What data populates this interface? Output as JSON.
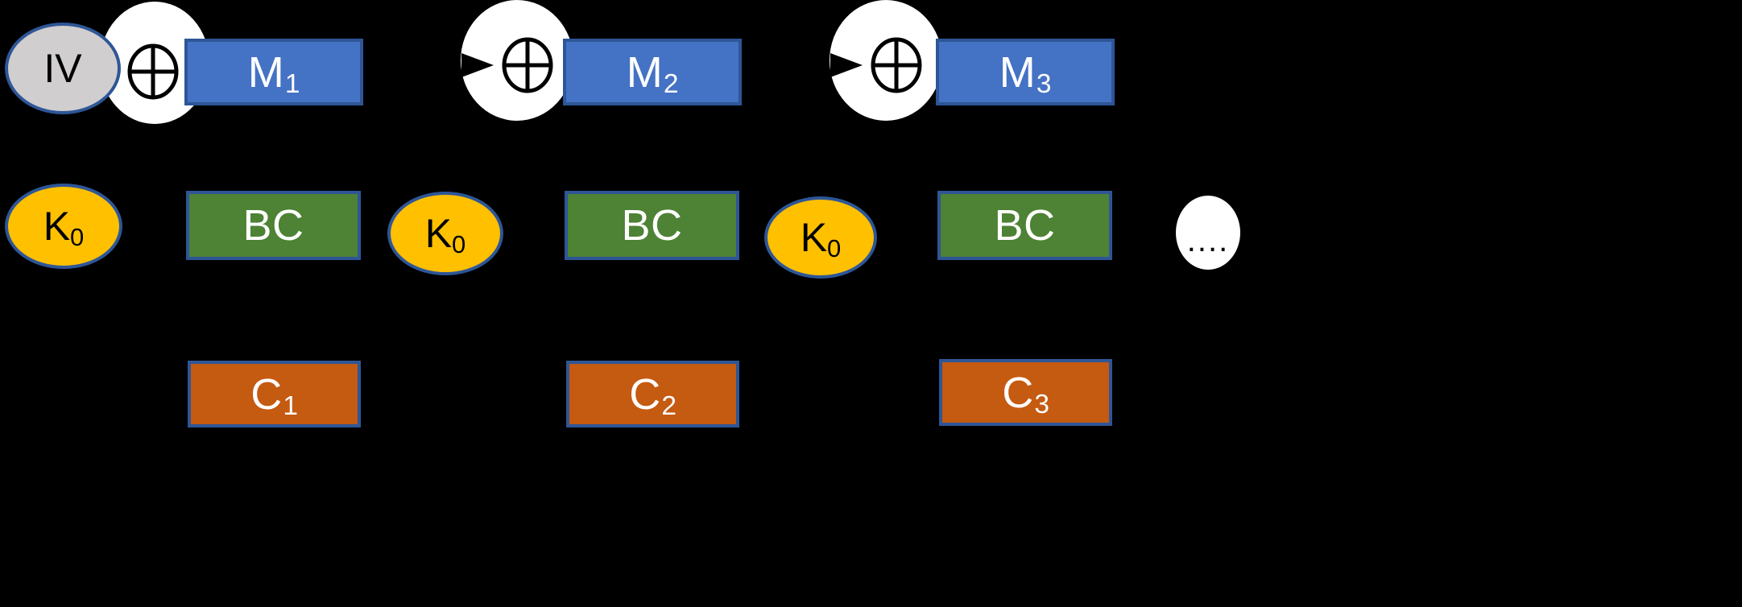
{
  "diagram": {
    "title": "CBC mode block cipher encryption chain",
    "background_color": "#000000",
    "colors": {
      "message_block": "#4472C4",
      "cipher_block": "#C55A11",
      "block_cipher": "#4E8234",
      "key_ellipse": "#FFC000",
      "iv_ellipse": "#D0CECE",
      "border": "#2E5697",
      "halo": "#FFFFFF",
      "glyph": "#000000"
    }
  },
  "nodes": {
    "iv": {
      "label": "IV"
    },
    "xor": {
      "glyph": "⊕"
    },
    "messages": [
      {
        "base": "M",
        "sub": "1"
      },
      {
        "base": "M",
        "sub": "2"
      },
      {
        "base": "M",
        "sub": "3"
      }
    ],
    "keys": [
      {
        "base": "K",
        "sub": "0"
      },
      {
        "base": "K",
        "sub": "0"
      },
      {
        "base": "K",
        "sub": "0"
      }
    ],
    "block_ciphers": [
      {
        "label": "BC"
      },
      {
        "label": "BC"
      },
      {
        "label": "BC"
      }
    ],
    "ciphertexts": [
      {
        "base": "C",
        "sub": "1"
      },
      {
        "base": "C",
        "sub": "2"
      },
      {
        "base": "C",
        "sub": "3"
      }
    ],
    "continuation": {
      "label": "...."
    }
  },
  "icons": {
    "xor_icon": "xor-circle-icon",
    "arrow_right_icon": "arrow-right-icon",
    "arrow_down_icon": "arrow-down-icon"
  }
}
